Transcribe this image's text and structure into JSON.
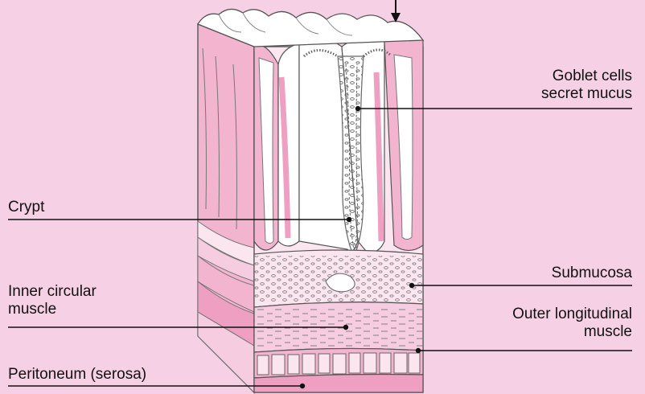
{
  "labels": {
    "goblet_line1": "Goblet cells",
    "goblet_line2": "secret mucus",
    "crypt": "Crypt",
    "submucosa": "Submucosa",
    "inner_line1": "Inner circular",
    "inner_line2": "muscle",
    "outer_line1": "Outer longitudinal",
    "outer_line2": "muscle",
    "peritoneum": "Peritoneum (serosa)"
  },
  "colors": {
    "background": "#f6d0e4",
    "tissue_light": "#fbe6ef",
    "tissue_pink": "#f2b4cf",
    "tissue_mid": "#ee9fc2",
    "lumen": "#ffffff",
    "outline": "#555555",
    "leader": "#111111"
  },
  "icons": {
    "top_arrow": "down-arrow-icon"
  }
}
